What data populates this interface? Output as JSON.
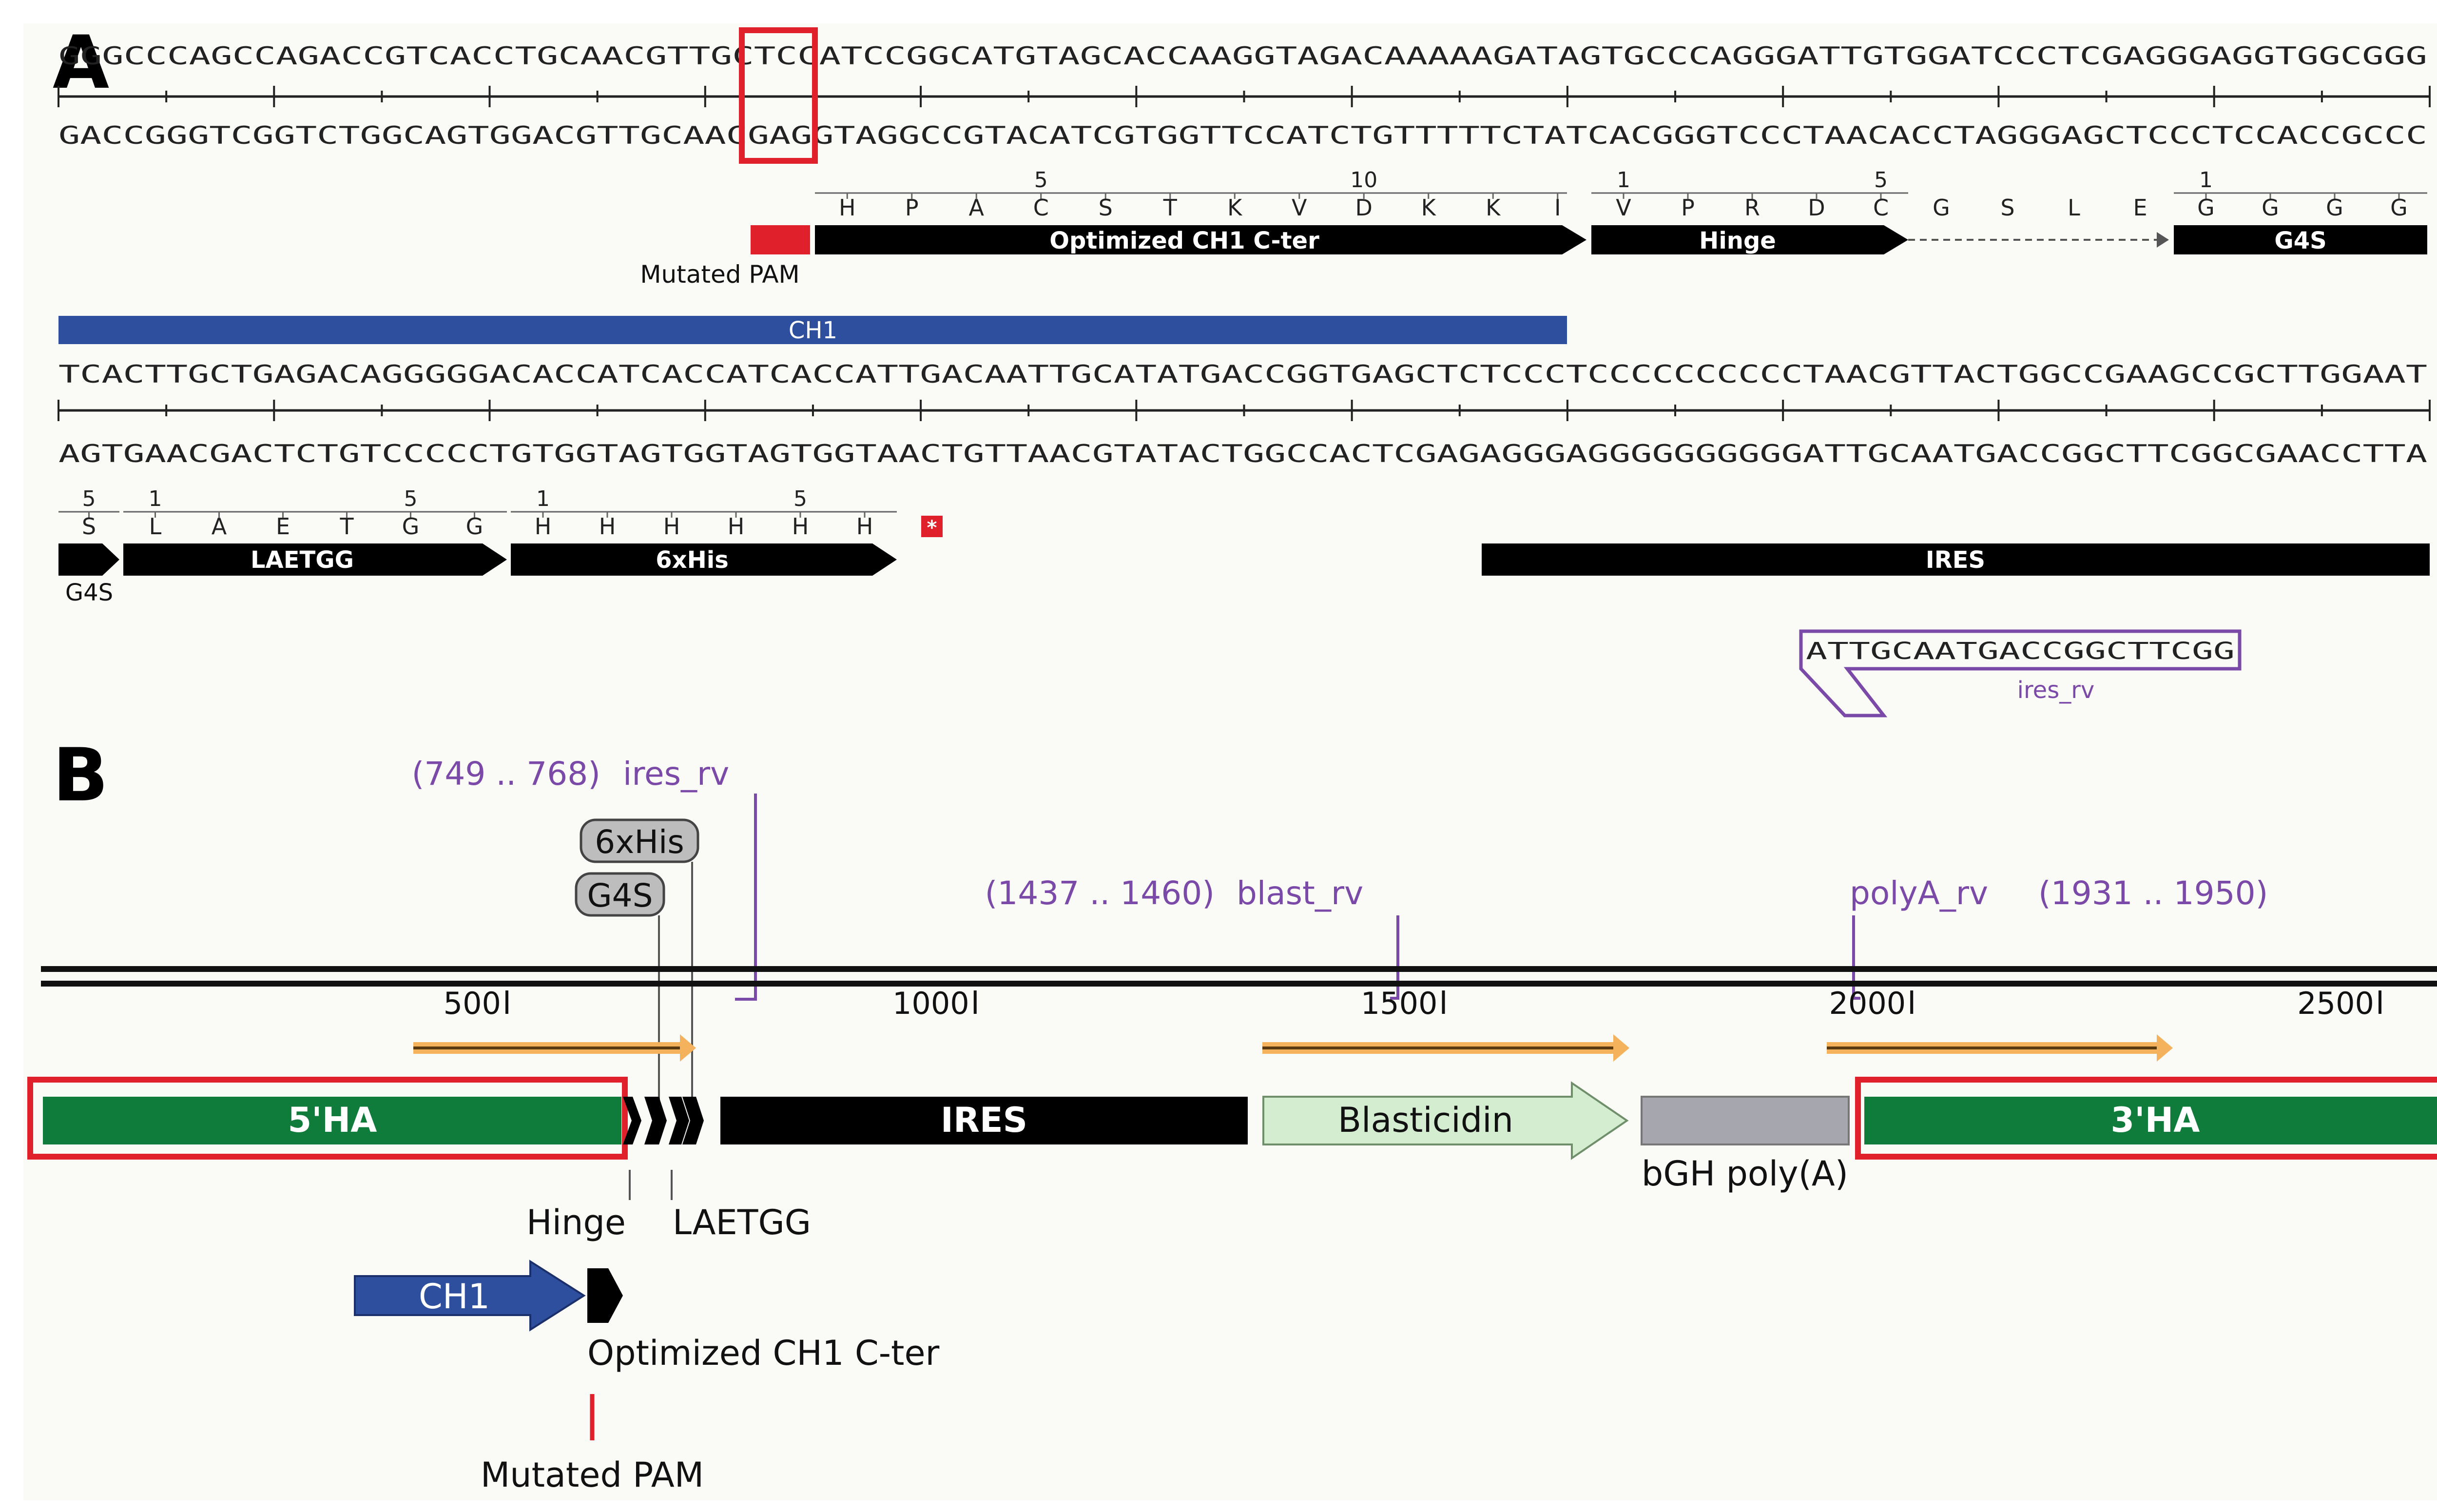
{
  "panels": {
    "a": "A",
    "b": "B"
  },
  "panel_a": {
    "row1": {
      "top_seq": "GGGCCCAGCCAGACCGTCACCTGCAACGTTGCTCCATCCGGCATGTAGCACCAAGGTAGACAAAAAGATAGTGCCCAGGGATTGTGGATCCCTCGAGGGAGGTGGCGGG",
      "bottom_seq": "GACCGGGTCGGTCTGGCAGTGGACGTTGCAACGAGGTAGGCCGTACATCGTGGTTCCATCTGTTTTTCTATCACGGGTCCCTAACACCTAGGGAGCTCCCTCCACCGCCC",
      "aa_groups": [
        {
          "letters": [
            "H",
            "P",
            "A",
            "C",
            "S",
            "T",
            "K",
            "V",
            "D",
            "K",
            "K",
            "I"
          ],
          "ticks": [
            "5",
            "10"
          ]
        },
        {
          "letters": [
            "V",
            "P",
            "R",
            "D",
            "C"
          ],
          "ticks": [
            "1",
            "5"
          ]
        },
        {
          "letters": [
            "G",
            "S",
            "L",
            "E"
          ],
          "ticks": []
        },
        {
          "letters": [
            "G",
            "G",
            "G",
            "G"
          ],
          "ticks": [
            "1"
          ]
        }
      ],
      "features": {
        "mutated_pam": "Mutated PAM",
        "opt_ch1": "Optimized CH1 C-ter",
        "hinge": "Hinge",
        "g4s": "G4S",
        "ch1": "CH1"
      }
    },
    "row2": {
      "top_seq": "TCACTTGCTGAGACAGGGGGACACCATCACCATCACCATTGACAATTGCATATGACCGGTGAGCTCTCCCTCCCCCCCCCCTAACGTTACTGGCCGAAGCCGCTTGGAAT",
      "bottom_seq": "AGTGAACGACTCTGTCCCCCTGTGGTAGTGGTAGTGGTAACTGTTAACGTATACTGGCCACTCGAGAGGGAGGGGGGGGGGATTGCAATGACCGGCTTCGGCGAACCTTA",
      "aa_groups": [
        {
          "letters": [
            "S"
          ],
          "ticks": [
            "5"
          ]
        },
        {
          "letters": [
            "L",
            "A",
            "E",
            "T",
            "G",
            "G"
          ],
          "ticks": [
            "1",
            "5"
          ]
        },
        {
          "letters": [
            "H",
            "H",
            "H",
            "H",
            "H",
            "H"
          ],
          "ticks": [
            "1",
            "5"
          ]
        }
      ],
      "stop_mark": "*",
      "features": {
        "g4s": "G4S",
        "laetgg": "LAETGG",
        "his": "6xHis",
        "ires": "IRES"
      },
      "primer": {
        "seq": "ATTGCAATGACCGGCTTCGG",
        "name": "ires_rv"
      }
    }
  },
  "panel_b": {
    "primers": [
      {
        "range": "(749 .. 768)",
        "name": "ires_rv"
      },
      {
        "range": "(1437 .. 1460)",
        "name": "blast_rv"
      },
      {
        "range": "(1931 .. 1950)",
        "name": "polyA_rv"
      }
    ],
    "tags": {
      "his": "6xHis",
      "g4s": "G4S"
    },
    "ticks": [
      "500",
      "1000",
      "1500",
      "2000",
      "2500"
    ],
    "features": {
      "ha5": "5'HA",
      "ires": "IRES",
      "blast": "Blasticidin",
      "bgh": "bGH poly(A)",
      "ha3": "3'HA",
      "hinge": "Hinge",
      "laetgg": "LAETGG",
      "ch1": "CH1",
      "optch1": "Optimized CH1 C-ter",
      "pam": "Mutated PAM"
    }
  },
  "colors": {
    "green": "#0f7c3c",
    "ch1_blue": "#2e4f9e",
    "black": "#000000",
    "highlight_red": "#e0202a",
    "primer_purple": "#7b4aa8",
    "orange": "#f3b25b",
    "light_green": "#d4ecd0",
    "gray": "#a6a7ae",
    "tag_gray": "#bdbdbd",
    "panel_bg": "#fafaf7"
  }
}
